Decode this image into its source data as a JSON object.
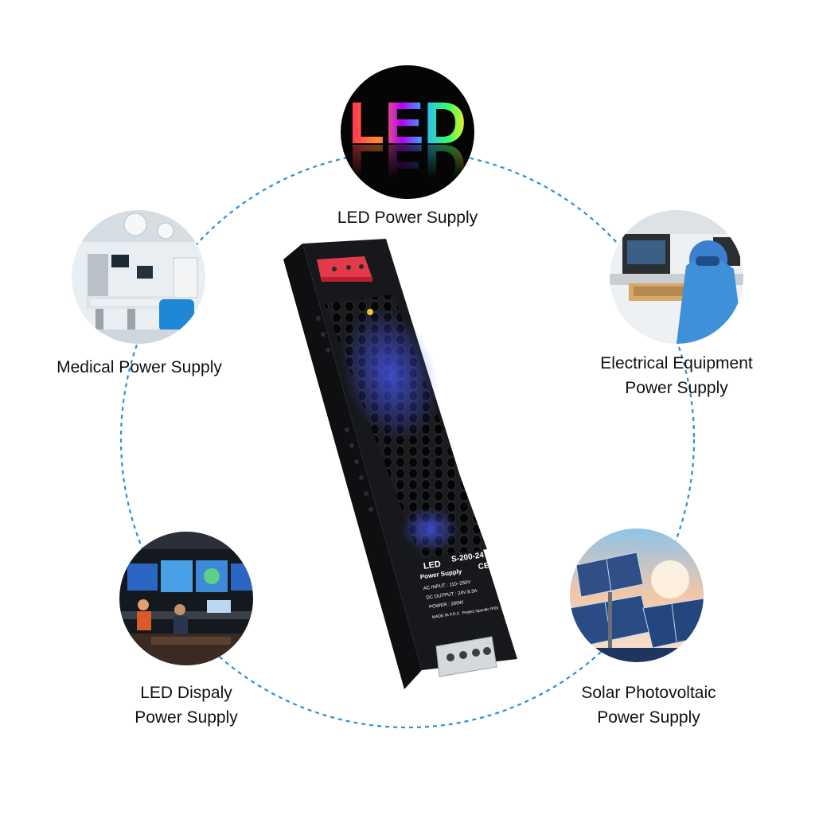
{
  "applications": {
    "led": {
      "label_lines": [
        "LED Power Supply"
      ],
      "circle_text": "LED"
    },
    "medical": {
      "label_lines": [
        "Medical Power Supply"
      ]
    },
    "electrical": {
      "label_lines": [
        "Electrical Equipment",
        "Power Supply"
      ]
    },
    "display": {
      "label_lines": [
        "LED Dispaly",
        "Power Supply"
      ]
    },
    "solar": {
      "label_lines": [
        "Solar Photovoltaic",
        "Power Supply"
      ]
    }
  },
  "product_label": {
    "brand_line1": "LED",
    "brand_line2": "Power Supply",
    "model": "S-200-24",
    "ce_mark": "CE",
    "ac_input": "AC INPUT : 110~250V",
    "dc_output": "DC OUTPUT : 24V 8.3A",
    "power": "POWER : 200W",
    "origin": "MADE IN P.R.C",
    "project": "Project Specific IP20"
  },
  "colors": {
    "ring": "#2a8fd8",
    "housing": "#17181b",
    "terminal_red": "#e23a48",
    "fan_blue": "#3d4bc9"
  }
}
